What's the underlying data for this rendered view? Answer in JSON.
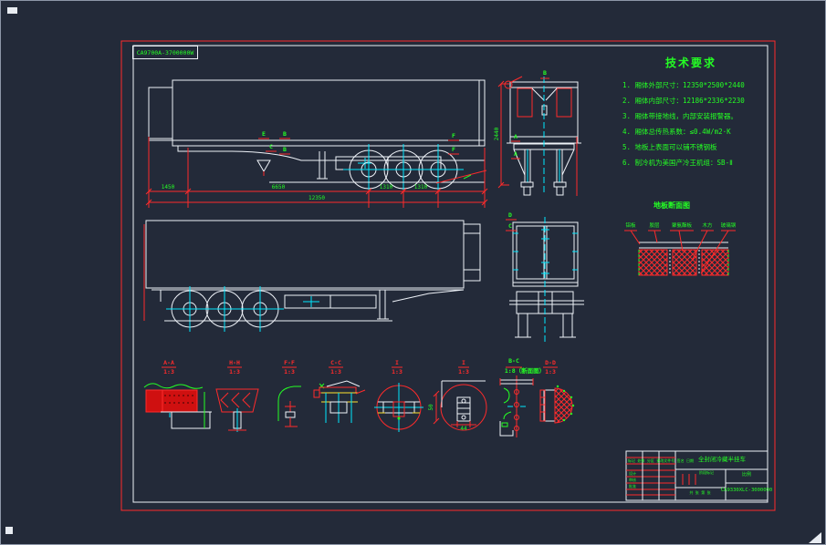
{
  "frame_label": "CA9700A-3700000W",
  "tech_requirements": {
    "title": "技术要求",
    "items": [
      "1. 厢体外部尺寸：12350*2500*2440",
      "2. 厢体内部尺寸：12186*2336*2230",
      "3. 厢体带接地线，内部安装报警器。",
      "4. 厢体总传热系数：≤0.4W/m2·K",
      "5. 地板上表面可以铺不锈钢板",
      "6. 制冷机为美国产冷王机组：SB-Ⅱ"
    ]
  },
  "floor_section": {
    "title": "地板断面图",
    "layers": [
      "铝板",
      "胶层",
      "聚氨酯板",
      "木方",
      "玻璃钢"
    ]
  },
  "dimensions": {
    "side_view_segments": [
      "1450",
      "6650",
      "1310",
      "1310"
    ],
    "side_view_overall": "12350",
    "front_view_height": "2440",
    "detail_height": "50",
    "detail_width": "44"
  },
  "sections": [
    {
      "label": "A-A",
      "scale": "1:3"
    },
    {
      "label": "H-H",
      "scale": "1:3"
    },
    {
      "label": "F-F",
      "scale": "1:3"
    },
    {
      "label": "C-C",
      "scale": "1:3"
    },
    {
      "label": "I",
      "scale": "1:3"
    },
    {
      "label": "I",
      "scale": "1:3"
    },
    {
      "label": "B-C",
      "scale": "1:8（断面图）"
    },
    {
      "label": "D-D",
      "scale": "1:3"
    }
  ],
  "markers": {
    "side_view": [
      "E",
      "C",
      "B",
      "B",
      "F",
      "F"
    ],
    "front_view": [
      "B",
      "A",
      "A"
    ],
    "rear_view": [
      "D",
      "C"
    ]
  },
  "title_block": {
    "product_name": "全封闭冷藏半挂车",
    "drawing_no": "CA9330XLC-3000000",
    "header_row": "标记 处数 分区 更改文件号 签名 日期",
    "left_rows": [
      "设计",
      "审核",
      "批准"
    ],
    "stage_cell": "阶段标记",
    "scale_cell": "比例",
    "sheet_row": "共 张 第 张"
  },
  "colors": {
    "background": "#232a39",
    "line_white": "#eef2f8",
    "accent_red": "#ff2b2b",
    "accent_green": "#24ff24",
    "accent_cyan": "#00e8ff",
    "accent_yellow": "#ffe32e"
  }
}
